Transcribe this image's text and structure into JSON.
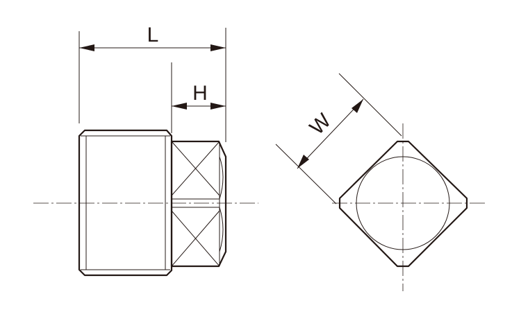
{
  "drawing": {
    "labels": {
      "length": "L",
      "hex_height": "H",
      "width_across_flats": "W"
    },
    "colors": {
      "line": "#231815",
      "background": "#ffffff"
    }
  }
}
